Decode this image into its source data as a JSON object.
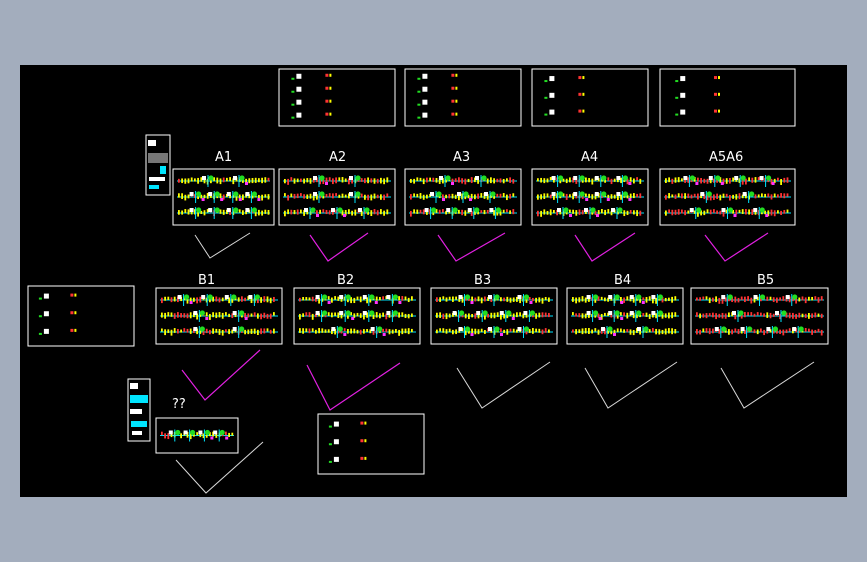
{
  "sheet_labels": {
    "a1": "A1",
    "a2": "A2",
    "a3": "A3",
    "a4": "A4",
    "a5a6": "A5A6",
    "b1": "B1",
    "b2": "B2",
    "b3": "B3",
    "b4": "B4",
    "b5": "B5",
    "unknown": "??"
  },
  "colors": {
    "frame": "#ffffff",
    "wire": "#00e5ff",
    "component": "#ffff00",
    "device": "#ff3333",
    "terminal": "#22dd22",
    "marker": "#ff33ff",
    "symbol": "#ffffff",
    "check_highlight": "#e020e0",
    "check_plain": "#d8d8d8",
    "background": "#000000"
  }
}
